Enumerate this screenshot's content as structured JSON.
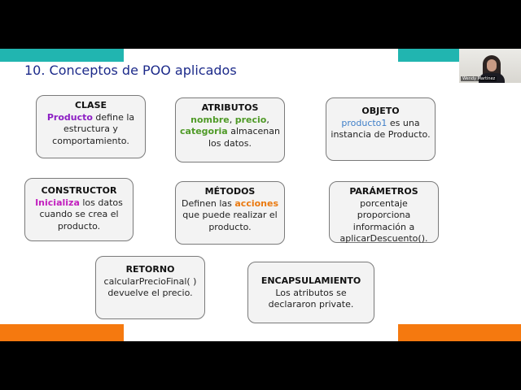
{
  "slide": {
    "title": "10. Conceptos de POO aplicados"
  },
  "cards": {
    "clase": {
      "heading": "CLASE",
      "hl": "Producto",
      "rest": " define la estructura y comportamiento."
    },
    "atributos": {
      "heading": "ATRIBUTOS",
      "hl1": "nombre",
      "sep1": ", ",
      "hl2": "precio",
      "sep2": ", ",
      "hl3": "categoria",
      "rest": " almacenan los datos."
    },
    "objeto": {
      "heading": "OBJETO",
      "hl": "producto1",
      "rest": " es una instancia de Producto."
    },
    "constructor": {
      "heading": "CONSTRUCTOR",
      "hl": "Inicializa",
      "rest": " los datos cuando se crea el producto."
    },
    "metodos": {
      "heading": "MÉTODOS",
      "pre": "Definen las ",
      "hl": "acciones",
      "rest": " que puede realizar el producto."
    },
    "parametros": {
      "heading": "PARÁMETROS",
      "text": "porcentaje proporciona información a aplicarDescuento()."
    },
    "retorno": {
      "heading": "RETORNO",
      "text": "calcularPrecioFinal( ) devuelve el precio."
    },
    "encapsulamiento": {
      "heading": "ENCAPSULAMIENTO",
      "text": "Los atributos se declararon private."
    }
  },
  "video": {
    "participant_name": "Wendy Martinez"
  },
  "colors": {
    "accent_teal": "#21b5b0",
    "accent_orange": "#f5790f",
    "title_blue": "#1c2a8a"
  }
}
